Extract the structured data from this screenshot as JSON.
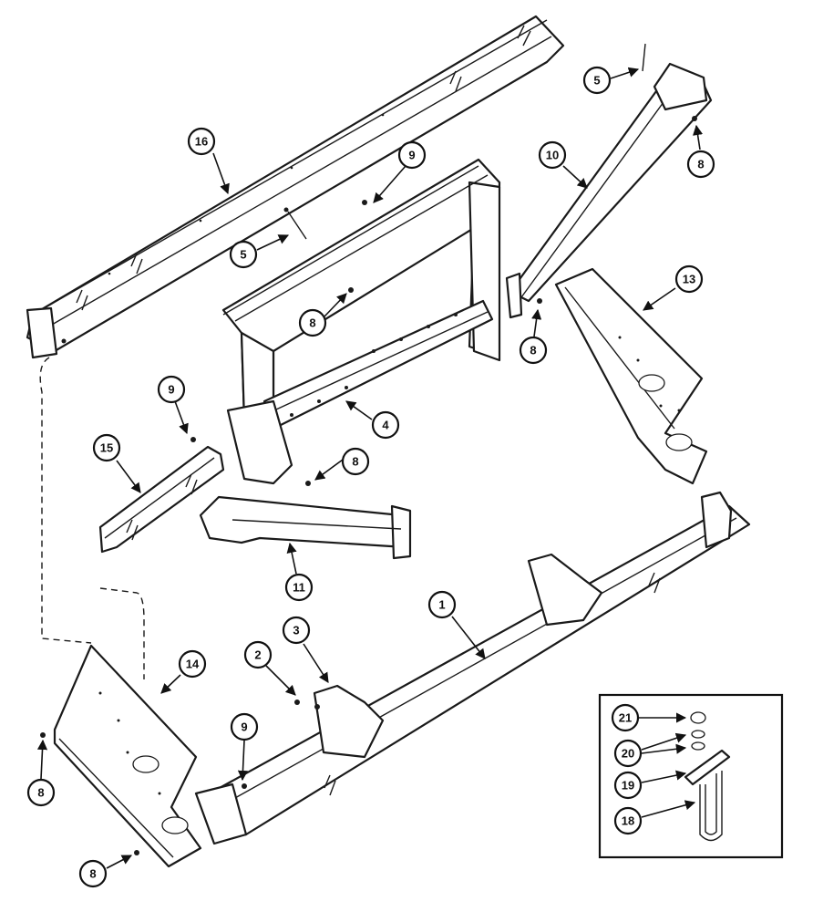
{
  "callouts": {
    "c1": "1",
    "c2": "2",
    "c3": "3",
    "c4": "4",
    "c5a": "5",
    "c5b": "5",
    "c8a": "8",
    "c8b": "8",
    "c8c": "8",
    "c8d": "8",
    "c8e": "8",
    "c8f": "8",
    "c9a": "9",
    "c9b": "9",
    "c9c": "9",
    "c10": "10",
    "c11": "11",
    "c13": "13",
    "c14": "14",
    "c15": "15",
    "c16": "16",
    "c18": "18",
    "c19": "19",
    "c20": "20",
    "c21": "21"
  }
}
